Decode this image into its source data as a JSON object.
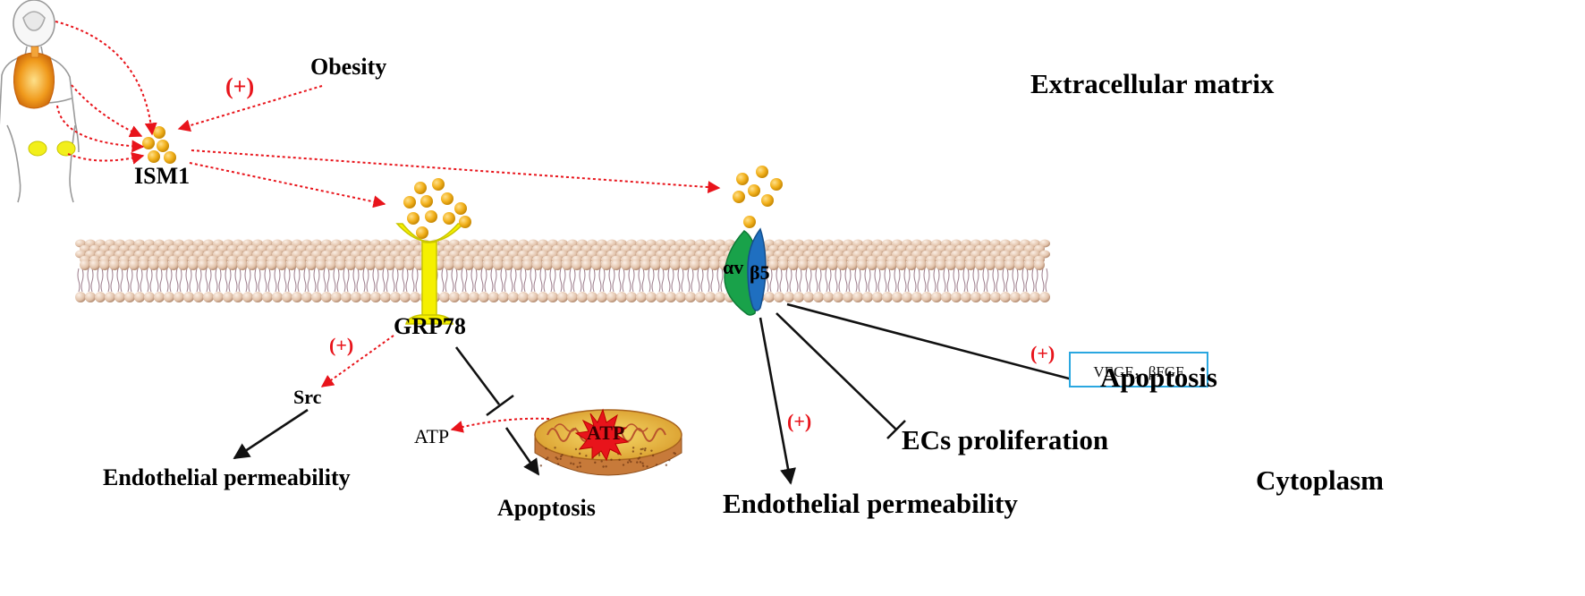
{
  "labels": {
    "obesity": "Obesity",
    "plus": "(+)",
    "ism1": "ISM1",
    "extracellular": "Extracellular matrix",
    "cytoplasm": "Cytoplasm",
    "grp78": "GRP78",
    "src": "Src",
    "atp": "ATP",
    "atp_mito": "ATP",
    "endothelial_permeability_left": "Endothelial permeability",
    "apoptosis_center": "Apoptosis",
    "alpha_v": "αv",
    "beta5": "β5",
    "growth_factors": "VEGF，βFGF",
    "apoptosis_right": "Apoptosis",
    "ecs_proliferation": "ECs proliferation",
    "endothelial_permeability_right": "Endothelial permeability"
  },
  "colors": {
    "activation_arrow": "#e8141b",
    "inhibition_line": "#111111",
    "ism1_particle": "#f2b11c",
    "grp78": "#f5f000",
    "integrin_alpha_v": "#19a24a",
    "integrin_beta5": "#1f6fc0",
    "membrane_head": "#e6cdb9",
    "box_border": "#2aa7e0"
  },
  "icons": [
    "human-body-icon",
    "mitochondrion-icon",
    "atp-burst-icon",
    "cell-membrane-icon"
  ]
}
